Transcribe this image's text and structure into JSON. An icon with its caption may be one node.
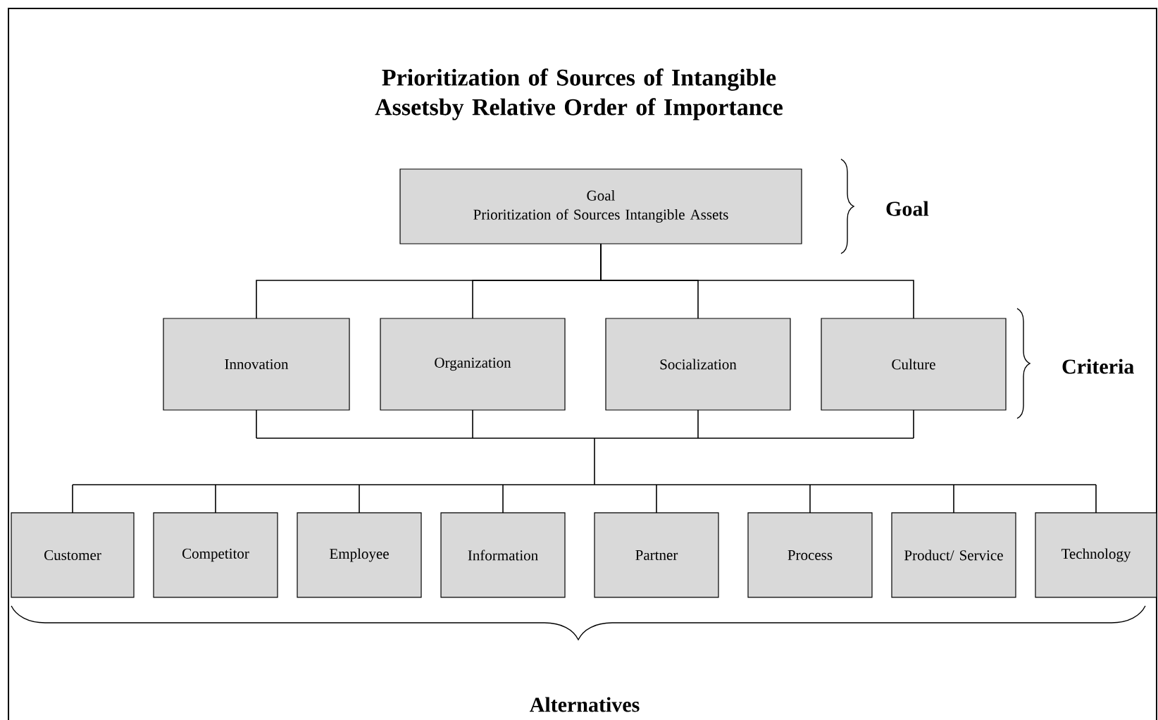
{
  "diagram": {
    "title": "Prioritization of Sources of Intangible Assetsby Relative Order of Importance",
    "nodes": [
      {
        "text": [
          "Goal",
          "Prioritization of Sources Intangible Assets"
        ]
      },
      {
        "text": [
          "Innovation"
        ]
      },
      {
        "text": [
          "Organization"
        ]
      },
      {
        "text": [
          "Socialization"
        ]
      },
      {
        "text": [
          "Culture"
        ]
      },
      {
        "text": [
          "Customer"
        ]
      },
      {
        "text": [
          "Competitor"
        ]
      },
      {
        "text": [
          "Employee"
        ]
      },
      {
        "text": [
          "Information"
        ]
      },
      {
        "text": [
          "Partner"
        ]
      },
      {
        "text": [
          "Process"
        ]
      },
      {
        "text": [
          "Product/ Service"
        ]
      },
      {
        "text": [
          "Technology"
        ]
      }
    ],
    "edges": [
      {
        "from": 0,
        "to": 1,
        "arrow": "none"
      },
      {
        "from": 0,
        "to": 2,
        "arrow": "none"
      },
      {
        "from": 0,
        "to": 3,
        "arrow": "none"
      },
      {
        "from": 0,
        "to": 4,
        "arrow": "none"
      },
      {
        "from": 1,
        "to": 5,
        "arrow": "none"
      },
      {
        "from": 1,
        "to": 6,
        "arrow": "none"
      },
      {
        "from": 1,
        "to": 7,
        "arrow": "none"
      },
      {
        "from": 1,
        "to": 8,
        "arrow": "none"
      },
      {
        "from": 1,
        "to": 9,
        "arrow": "none"
      },
      {
        "from": 1,
        "to": 10,
        "arrow": "none"
      },
      {
        "from": 1,
        "to": 11,
        "arrow": "none"
      },
      {
        "from": 1,
        "to": 12,
        "arrow": "none"
      },
      {
        "from": 2,
        "to": 5,
        "arrow": "none"
      },
      {
        "from": 2,
        "to": 6,
        "arrow": "none"
      },
      {
        "from": 2,
        "to": 7,
        "arrow": "none"
      },
      {
        "from": 2,
        "to": 8,
        "arrow": "none"
      },
      {
        "from": 2,
        "to": 9,
        "arrow": "none"
      },
      {
        "from": 2,
        "to": 10,
        "arrow": "none"
      },
      {
        "from": 2,
        "to": 11,
        "arrow": "none"
      },
      {
        "from": 2,
        "to": 12,
        "arrow": "none"
      },
      {
        "from": 3,
        "to": 5,
        "arrow": "none"
      },
      {
        "from": 3,
        "to": 6,
        "arrow": "none"
      },
      {
        "from": 3,
        "to": 7,
        "arrow": "none"
      },
      {
        "from": 3,
        "to": 8,
        "arrow": "none"
      },
      {
        "from": 3,
        "to": 9,
        "arrow": "none"
      },
      {
        "from": 3,
        "to": 10,
        "arrow": "none"
      },
      {
        "from": 3,
        "to": 11,
        "arrow": "none"
      },
      {
        "from": 3,
        "to": 12,
        "arrow": "none"
      },
      {
        "from": 4,
        "to": 5,
        "arrow": "none"
      },
      {
        "from": 4,
        "to": 6,
        "arrow": "none"
      },
      {
        "from": 4,
        "to": 7,
        "arrow": "none"
      },
      {
        "from": 4,
        "to": 8,
        "arrow": "none"
      },
      {
        "from": 4,
        "to": 9,
        "arrow": "none"
      },
      {
        "from": 4,
        "to": 10,
        "arrow": "none"
      },
      {
        "from": 4,
        "to": 11,
        "arrow": "none"
      },
      {
        "from": 4,
        "to": 12,
        "arrow": "none"
      }
    ],
    "labels": [
      "Goal",
      "Criteria",
      "Alternatives"
    ]
  }
}
